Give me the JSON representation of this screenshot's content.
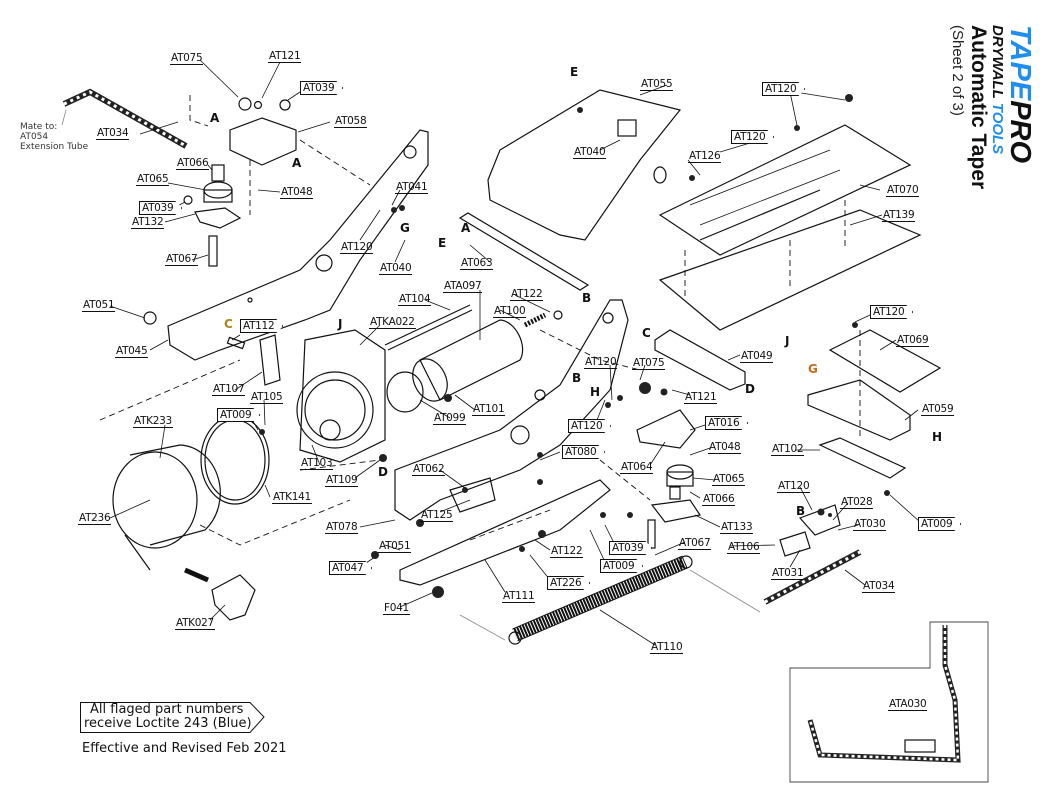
{
  "title_block": {
    "brand_part1": "TAPE",
    "brand_part2": "PRO",
    "sub_part1": "DRYWALL ",
    "sub_part2": "TOOLS",
    "product": "Automatic Taper",
    "sheet": "(Sheet 2 of 3)",
    "colors": {
      "brand_blue": "#1e8ef0",
      "text": "#111111"
    }
  },
  "mate_note": {
    "line1": "Mate to:",
    "line2": "AT054",
    "line3": "Extension Tube"
  },
  "labels": [
    {
      "text": "AT075",
      "flagged": false
    },
    {
      "text": "AT121",
      "flagged": false
    },
    {
      "text": "AT039",
      "flagged": true
    },
    {
      "text": "AT058",
      "flagged": false
    },
    {
      "text": "AT034",
      "flagged": false
    },
    {
      "text": "AT066",
      "flagged": false
    },
    {
      "text": "AT065",
      "flagged": false
    },
    {
      "text": "AT048",
      "flagged": false
    },
    {
      "text": "AT039",
      "flagged": true
    },
    {
      "text": "AT132",
      "flagged": false
    },
    {
      "text": "AT041",
      "flagged": false
    },
    {
      "text": "AT120",
      "flagged": false
    },
    {
      "text": "AT040",
      "flagged": false
    },
    {
      "text": "AT067",
      "flagged": false
    },
    {
      "text": "AT055",
      "flagged": false
    },
    {
      "text": "AT040",
      "flagged": false
    },
    {
      "text": "AT120",
      "flagged": true
    },
    {
      "text": "AT120",
      "flagged": true
    },
    {
      "text": "AT126",
      "flagged": false
    },
    {
      "text": "AT070",
      "flagged": false
    },
    {
      "text": "AT139",
      "flagged": false
    },
    {
      "text": "AT063",
      "flagged": false
    },
    {
      "text": "AT104",
      "flagged": false
    },
    {
      "text": "ATA097",
      "flagged": false
    },
    {
      "text": "AT122",
      "flagged": false
    },
    {
      "text": "AT100",
      "flagged": false
    },
    {
      "text": "AT051",
      "flagged": false
    },
    {
      "text": "AT045",
      "flagged": false
    },
    {
      "text": "AT112",
      "flagged": true
    },
    {
      "text": "ATKA022",
      "flagged": false
    },
    {
      "text": "AT049",
      "flagged": false
    },
    {
      "text": "AT120",
      "flagged": true
    },
    {
      "text": "AT069",
      "flagged": false
    },
    {
      "text": "AT059",
      "flagged": false
    },
    {
      "text": "AT102",
      "flagged": false
    },
    {
      "text": "AT120",
      "flagged": false
    },
    {
      "text": "AT075",
      "flagged": false
    },
    {
      "text": "AT121",
      "flagged": false
    },
    {
      "text": "AT107",
      "flagged": false
    },
    {
      "text": "AT105",
      "flagged": false
    },
    {
      "text": "AT009",
      "flagged": true
    },
    {
      "text": "ATK233",
      "flagged": false
    },
    {
      "text": "AT099",
      "flagged": false
    },
    {
      "text": "AT101",
      "flagged": false
    },
    {
      "text": "AT120",
      "flagged": true
    },
    {
      "text": "AT016",
      "flagged": true
    },
    {
      "text": "AT048",
      "flagged": false
    },
    {
      "text": "AT064",
      "flagged": false
    },
    {
      "text": "AT065",
      "flagged": false
    },
    {
      "text": "AT066",
      "flagged": false
    },
    {
      "text": "AT133",
      "flagged": false
    },
    {
      "text": "AT103",
      "flagged": false
    },
    {
      "text": "AT109",
      "flagged": false
    },
    {
      "text": "AT062",
      "flagged": false
    },
    {
      "text": "AT080",
      "flagged": true
    },
    {
      "text": "AT125",
      "flagged": false
    },
    {
      "text": "ATK141",
      "flagged": false
    },
    {
      "text": "AT236",
      "flagged": false
    },
    {
      "text": "AT078",
      "flagged": false
    },
    {
      "text": "AT051",
      "flagged": false
    },
    {
      "text": "AT047",
      "flagged": true
    },
    {
      "text": "AT122",
      "flagged": false
    },
    {
      "text": "AT039",
      "flagged": true
    },
    {
      "text": "AT009",
      "flagged": true
    },
    {
      "text": "AT067",
      "flagged": false
    },
    {
      "text": "AT106",
      "flagged": false
    },
    {
      "text": "AT226",
      "flagged": true
    },
    {
      "text": "AT111",
      "flagged": false
    },
    {
      "text": "F041",
      "flagged": false
    },
    {
      "text": "ATK027",
      "flagged": false
    },
    {
      "text": "AT110",
      "flagged": false
    },
    {
      "text": "AT120",
      "flagged": false
    },
    {
      "text": "AT028",
      "flagged": false
    },
    {
      "text": "AT030",
      "flagged": false
    },
    {
      "text": "AT031",
      "flagged": false
    },
    {
      "text": "AT034",
      "flagged": false
    },
    {
      "text": "AT009",
      "flagged": true
    },
    {
      "text": "ATA030",
      "flagged": false
    }
  ],
  "reference_letters": [
    "A",
    "A",
    "G",
    "E",
    "E",
    "A",
    "B",
    "C",
    "J",
    "C",
    "J",
    "D",
    "G",
    "H",
    "D",
    "B",
    "B",
    "H"
  ],
  "loctite_note": {
    "line1": "All flaged part numbers",
    "line2": "receive Loctite 243 (Blue)"
  },
  "effective_date": "Effective and Revised Feb 2021"
}
